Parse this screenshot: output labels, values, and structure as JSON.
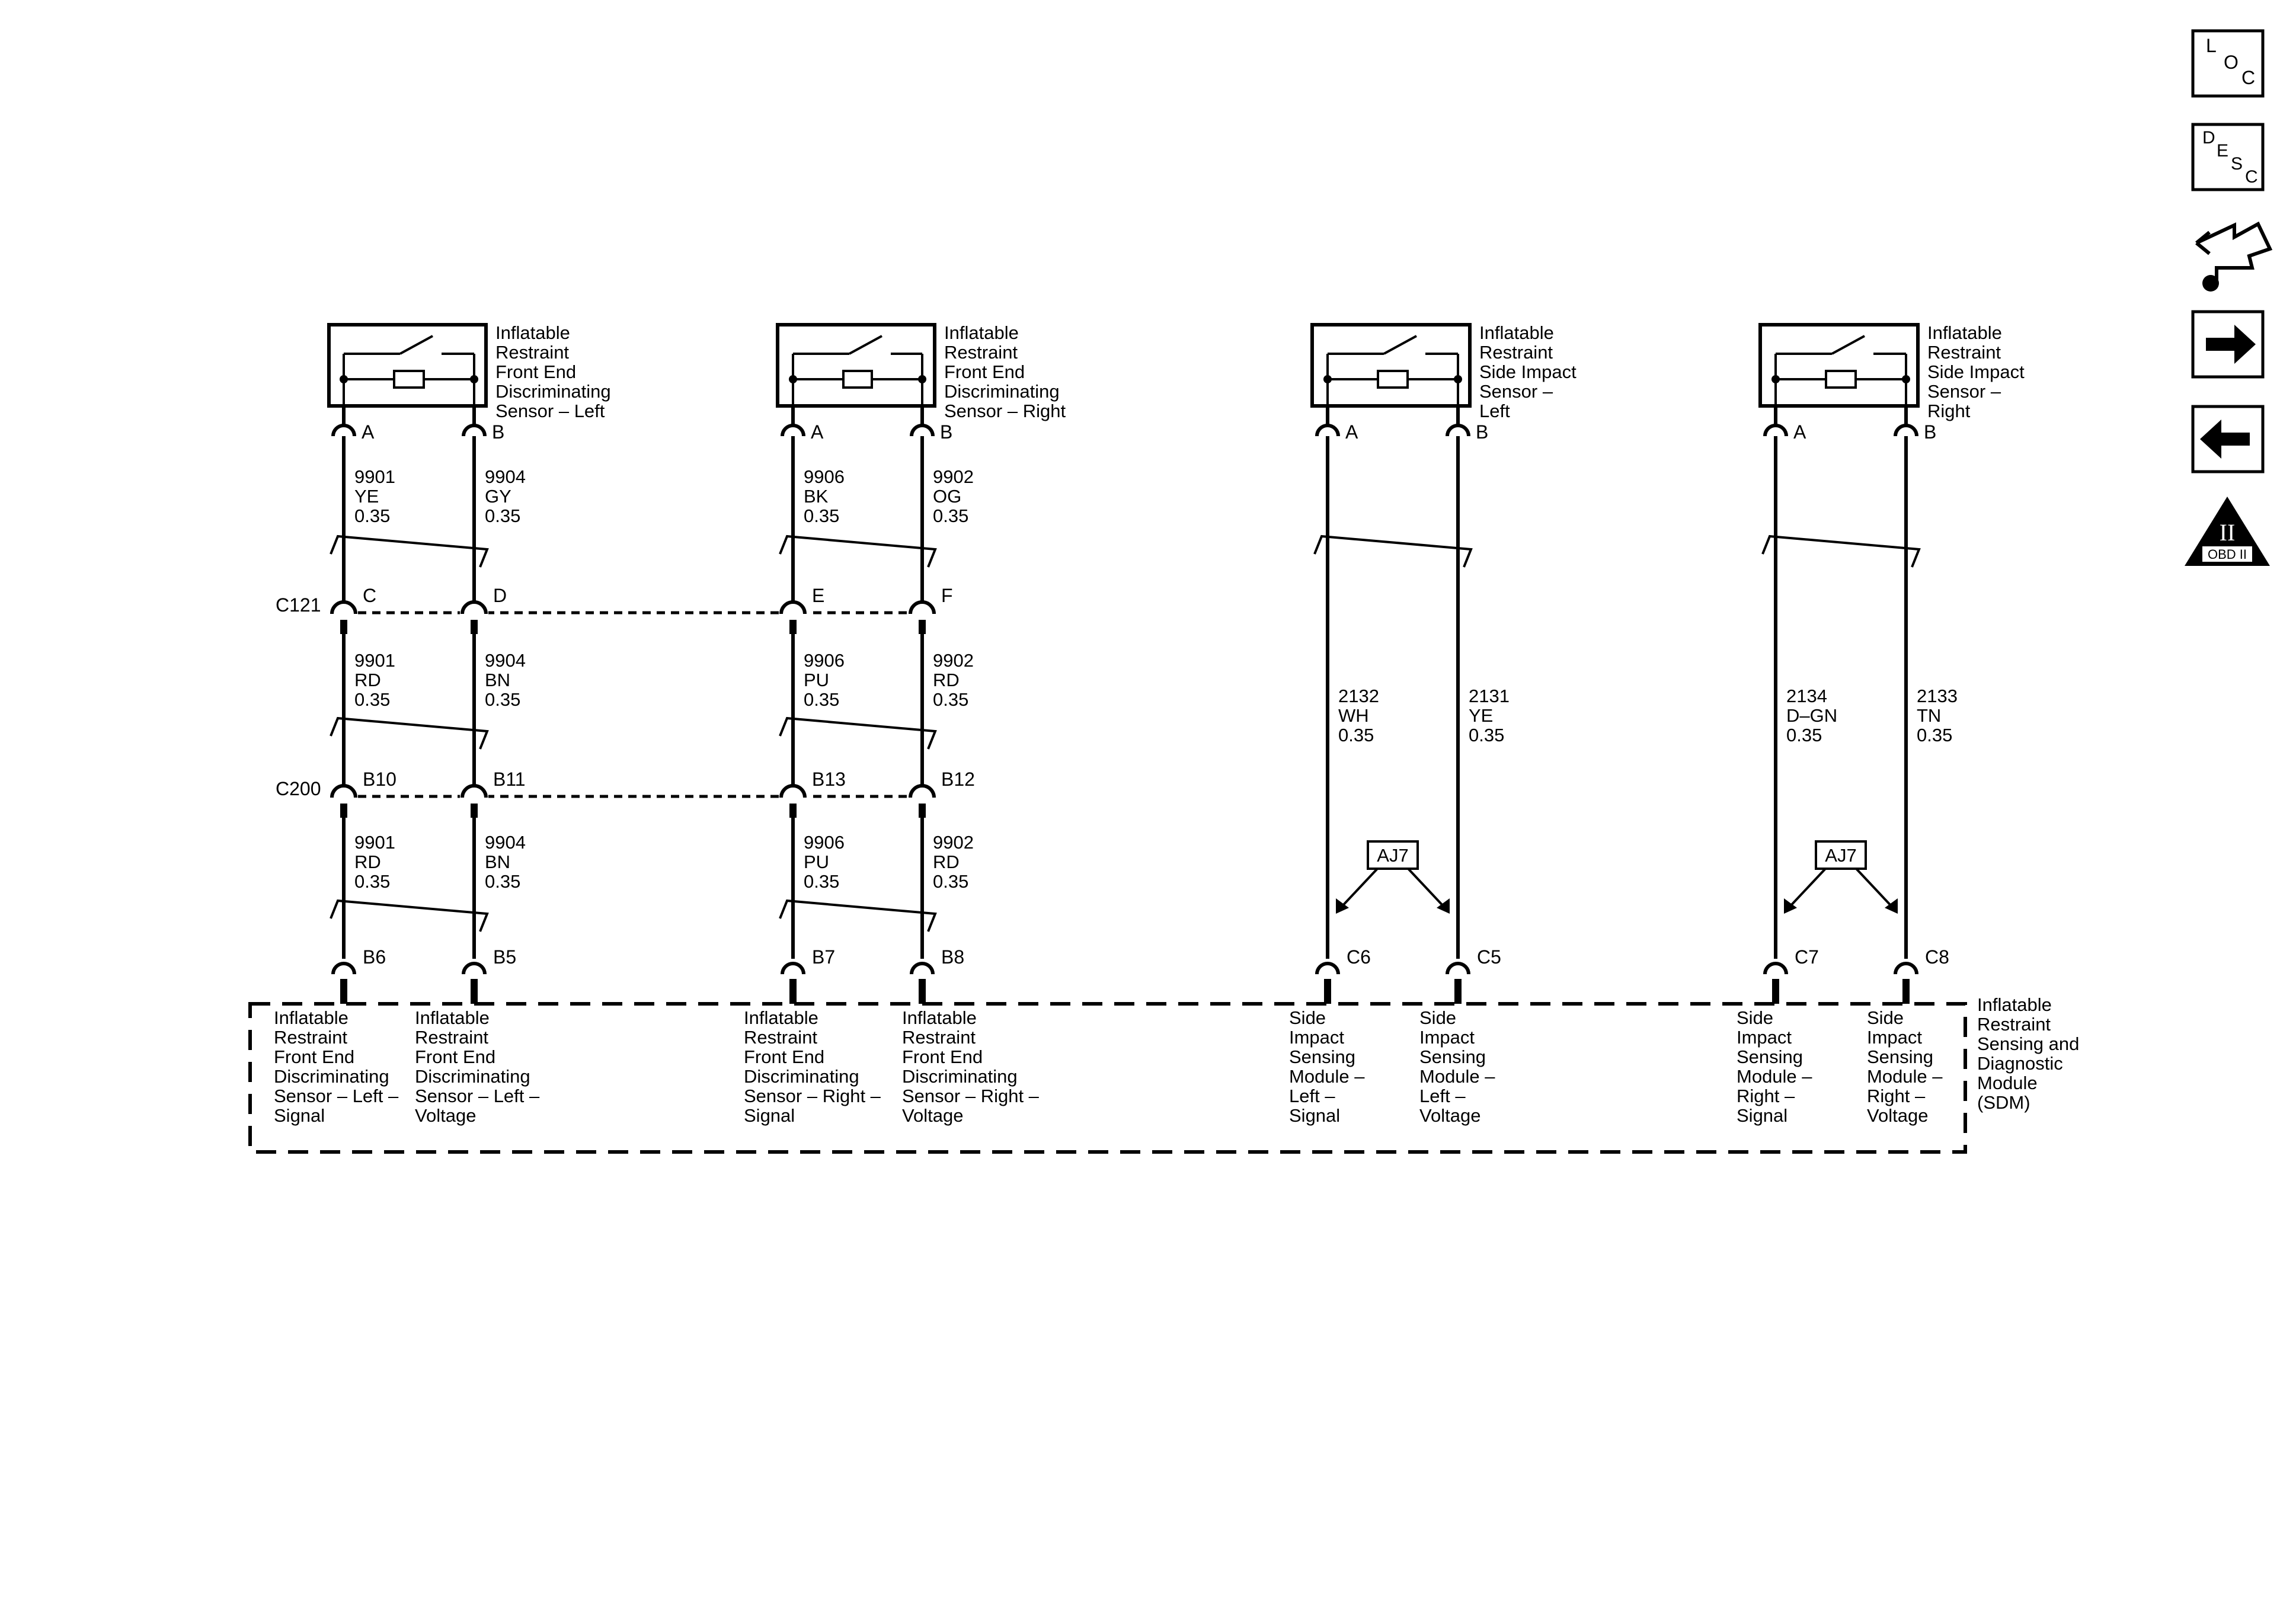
{
  "nav_icons": {
    "loc": [
      "L",
      "O",
      "C"
    ],
    "desc": [
      "D",
      "E",
      "S",
      "C"
    ],
    "obd_numeral": "II",
    "obd_label": "OBD II",
    "schematic_icon": "schematic-icon",
    "next_icon": "arrow-right-icon",
    "prev_icon": "arrow-left-icon"
  },
  "sensors": [
    {
      "label": [
        "Inflatable",
        "Restraint",
        "Front End",
        "Discriminating",
        "Sensor – Left"
      ],
      "pin_a": "A",
      "pin_b": "B"
    },
    {
      "label": [
        "Inflatable",
        "Restraint",
        "Front End",
        "Discriminating",
        "Sensor – Right"
      ],
      "pin_a": "A",
      "pin_b": "B"
    },
    {
      "label": [
        "Inflatable",
        "Restraint",
        "Side Impact",
        "Sensor –",
        "Left"
      ],
      "pin_a": "A",
      "pin_b": "B"
    },
    {
      "label": [
        "Inflatable",
        "Restraint",
        "Side Impact",
        "Sensor –",
        "Right"
      ],
      "pin_a": "A",
      "pin_b": "B"
    }
  ],
  "connectors": {
    "c121": {
      "name": "C121",
      "pins": [
        "C",
        "D",
        "E",
        "F"
      ]
    },
    "c200": {
      "name": "C200",
      "pins": [
        "B10",
        "B11",
        "B13",
        "B12"
      ]
    }
  },
  "wires_upper": [
    [
      "9901",
      "YE",
      "0.35"
    ],
    [
      "9904",
      "GY",
      "0.35"
    ],
    [
      "9906",
      "BK",
      "0.35"
    ],
    [
      "9902",
      "OG",
      "0.35"
    ]
  ],
  "wires_middle": [
    [
      "9901",
      "RD",
      "0.35"
    ],
    [
      "9904",
      "BN",
      "0.35"
    ],
    [
      "9906",
      "PU",
      "0.35"
    ],
    [
      "9902",
      "RD",
      "0.35"
    ]
  ],
  "wires_lower": [
    [
      "9901",
      "RD",
      "0.35"
    ],
    [
      "9904",
      "BN",
      "0.35"
    ],
    [
      "9906",
      "PU",
      "0.35"
    ],
    [
      "9902",
      "RD",
      "0.35"
    ]
  ],
  "wires_side": [
    [
      "2132",
      "WH",
      "0.35"
    ],
    [
      "2131",
      "YE",
      "0.35"
    ],
    [
      "2134",
      "D–GN",
      "0.35"
    ],
    [
      "2133",
      "TN",
      "0.35"
    ]
  ],
  "splice_label": "AJ7",
  "sdm_pins": [
    "B6",
    "B5",
    "B7",
    "B8",
    "C6",
    "C5",
    "C7",
    "C8"
  ],
  "sdm_circuits": [
    [
      "Inflatable",
      "Restraint",
      "Front End",
      "Discriminating",
      "Sensor – Left –",
      "Signal"
    ],
    [
      "Inflatable",
      "Restraint",
      "Front End",
      "Discriminating",
      "Sensor – Left –",
      "Voltage"
    ],
    [
      "Inflatable",
      "Restraint",
      "Front End",
      "Discriminating",
      "Sensor – Right –",
      "Signal"
    ],
    [
      "Inflatable",
      "Restraint",
      "Front End",
      "Discriminating",
      "Sensor – Right –",
      "Voltage"
    ],
    [
      "Side",
      "Impact",
      "Sensing",
      "Module –",
      "Left –",
      "Signal"
    ],
    [
      "Side",
      "Impact",
      "Sensing",
      "Module –",
      "Left –",
      "Voltage"
    ],
    [
      "Side",
      "Impact",
      "Sensing",
      "Module –",
      "Right –",
      "Signal"
    ],
    [
      "Side",
      "Impact",
      "Sensing",
      "Module –",
      "Right –",
      "Voltage"
    ]
  ],
  "module_label": [
    "Inflatable",
    "Restraint",
    "Sensing and",
    "Diagnostic",
    "Module",
    "(SDM)"
  ]
}
